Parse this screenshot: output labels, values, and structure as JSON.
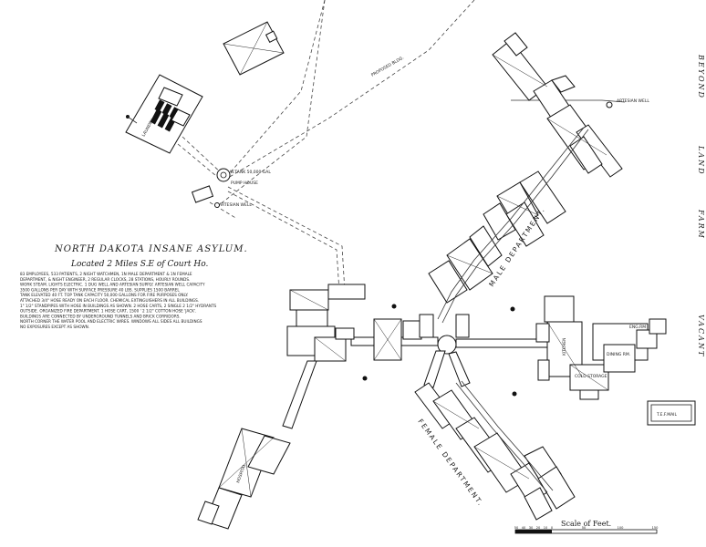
{
  "title": "NORTH DAKOTA INSANE ASYLUM.",
  "subtitle": "Located 2 Miles S.E of Court Ho.",
  "notes": [
    "83 EMPLOYEES, 533 PATIENTS, 2 NIGHT WATCHMEN, 1N MALE DEPARTMENT & 1N FEMALE",
    "DEPARTMENT, & NIGHT ENGINEER, 2 REGULAR CLOCKS, 28 STATIONS, HOURLY ROUNDS.",
    "WORK STEAM. LIGHTS ELECTRIC. 1 DUG WELL AND ARTESIAN SUPPLY. ARTESIAN WELL CAPACITY",
    "3500 GALLONS PER DAY WITH SURFACE PRESSURE 40 LBS. SUPPLIES 1500 BARREL",
    "TANK ELEVATED 40 FT. TOP TANK CAPACITY 50,000 GALLONS FOR FIRE PURPOSES ONLY.",
    "ATTACHED 3/4\" HOSE READY ON EACH FLOOR. CHEMICAL EXTINGUISHERS IN ALL BUILDINGS.",
    "1\" 1/2\" STANDPIPES WITH HOSE IN BUILDINGS AS SHOWN. 2 HOSE CARTS, 2 SINGLE 2 1/2\" HYDRANTS",
    "OUTSIDE. ORGANIZED FIRE DEPARTMENT. 1 HOSE CART, 1500 ' 2 1/2\" COTTON HOSE 'JACK'.",
    "BUILDINGS ARE CONNECTED BY UNDERGROUND TUNNELS AND BRICK CORRIDORS.",
    "NORTH CORNER THE WATER POOL AND ELECTRIC WIRES. WINDOWS ALL SIDES ALL BUILDINGS",
    "NO EXPOSURES EXCEPT AS SHOWN."
  ],
  "departments": {
    "male": "MALE DEPARTMENT.",
    "female": "FEMALE DEPARTMENT."
  },
  "margin_text": [
    "BEYOND",
    "LAND",
    "FARM",
    "VACANT"
  ],
  "labels": {
    "proposed_bldg": "PROPOSED BLDG.",
    "tank": "W.TANK 50,000 GAL",
    "pump_house": "PUMP HOUSE",
    "artesian_well_1": "ARTESIAN WELL",
    "artesian_well_2": "ARTESIAN WELL",
    "hospital": "HOSPITAL",
    "laundry": "LAUNDRY",
    "kitchen": "KITCHEN",
    "cold_storage": "COLD STORAGE",
    "engine": "ENG.RM",
    "dining": "DINING RM."
  },
  "scale": {
    "caption": "Scale of Feet.",
    "ticks": [
      "50",
      "40",
      "30",
      "20",
      "10",
      "0",
      "50",
      "100",
      "150"
    ]
  },
  "stamp": "T.E.F.MAIL",
  "colors": {
    "ink": "#111111",
    "paper": "#ffffff"
  }
}
